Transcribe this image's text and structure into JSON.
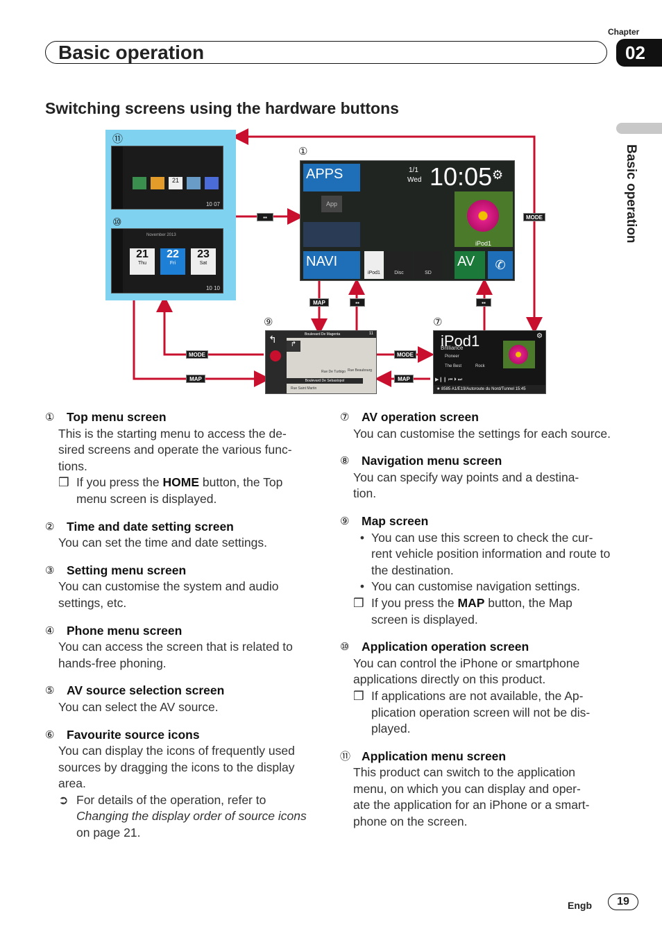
{
  "header": {
    "chapter_label": "Chapter",
    "chapter_number": "02",
    "title": "Basic operation",
    "side_label": "Basic operation"
  },
  "section_title": "Switching screens using the hardware buttons",
  "diagram": {
    "callouts": [
      "①",
      "⑪",
      "⑩",
      "⑨",
      "⑦"
    ],
    "buttons": {
      "mode": "MODE",
      "map": "MAP"
    },
    "top_menu": {
      "apps": "APPS",
      "app": "App",
      "navi": "NAVI",
      "av": "AV",
      "date_top": "1/1",
      "date_day": "Wed",
      "time": "10:05",
      "ipod_label": "iPod1",
      "fav": [
        "iPod1",
        "Disc",
        "SD"
      ]
    },
    "app_menu": {
      "icons": [
        "Maps",
        "Contacts",
        "Calendar",
        "Photos",
        "CarMediaPlay"
      ],
      "clock": "10 07",
      "cal_day": "21"
    },
    "app_screen": {
      "month": "November 2013",
      "days": [
        {
          "num": "21",
          "day": "Thu"
        },
        {
          "num": "22",
          "day": "Fri"
        },
        {
          "num": "23",
          "day": "Sat"
        }
      ],
      "clock": "10 10"
    },
    "map_screen": {
      "street_top": "Boulevard De Magenta",
      "street_bottom": "Boulevard De Sebastopol",
      "label_a": "Rue De Turbigo",
      "label_b": "Rue Beaubourg",
      "label_c": "Rue Saint Martin",
      "clock": "11"
    },
    "av_screen": {
      "title": "iPod1",
      "artist_line": "Brilliance",
      "artist": "Pioneer",
      "album": "The Best",
      "genre": "Rock",
      "distance": "8585",
      "road": "A1/E19/Autoroute du Nord/Tunnel",
      "clock": "15:45"
    }
  },
  "left_column": [
    {
      "num": "①",
      "title": "Top menu screen",
      "body": "This is the starting menu to access the de-\nsired screens and operate the various func-\ntions.",
      "notes": [
        {
          "mark": "❒",
          "parts": [
            "If you press the ",
            {
              "b": "HOME"
            },
            " button, the Top menu screen is displayed."
          ]
        }
      ]
    },
    {
      "num": "②",
      "title": "Time and date setting screen",
      "body": "You can set the time and date settings."
    },
    {
      "num": "③",
      "title": "Setting menu screen",
      "body": "You can customise the system and audio settings, etc."
    },
    {
      "num": "④",
      "title": "Phone menu screen",
      "body": "You can access the screen that is related to hands-free phoning."
    },
    {
      "num": "⑤",
      "title": "AV source selection screen",
      "body": "You can select the AV source."
    },
    {
      "num": "⑥",
      "title": "Favourite source icons",
      "body": "You can display the icons of frequently used sources by dragging the icons to the display area.",
      "ref": {
        "mark": "➲",
        "pre": "For details of the operation, refer to ",
        "italic": "Changing the display order of source icons",
        "post": " on page 21."
      }
    }
  ],
  "right_column": [
    {
      "num": "⑦",
      "title": "AV operation screen",
      "body": "You can customise the settings for each source."
    },
    {
      "num": "⑧",
      "title": "Navigation menu screen",
      "body": "You can specify way points and a destina-\ntion."
    },
    {
      "num": "⑨",
      "title": "Map screen",
      "bullets": [
        "You can use this screen to check the cur-\nrent vehicle position information and route to the destination.",
        "You can customise navigation settings."
      ],
      "notes": [
        {
          "mark": "❒",
          "parts": [
            "If you press the ",
            {
              "b": "MAP"
            },
            " button, the Map screen is displayed."
          ]
        }
      ]
    },
    {
      "num": "⑩",
      "title": "Application operation screen",
      "body": "You can control the iPhone or smartphone applications directly on this product.",
      "notes": [
        {
          "mark": "❒",
          "parts": [
            "If applications are not available, the Ap-\nplication operation screen will not be dis-\nplayed."
          ]
        }
      ]
    },
    {
      "num": "⑪",
      "title": "Application menu screen",
      "body": "This product can switch to the application menu, on which you can display and oper-\nate the application for an iPhone or a smart-\nphone on the screen."
    }
  ],
  "footer": {
    "lang": "Engb",
    "page": "19"
  },
  "colors": {
    "arrow": "#c8102e",
    "app_panel": "#7fd3f0"
  }
}
